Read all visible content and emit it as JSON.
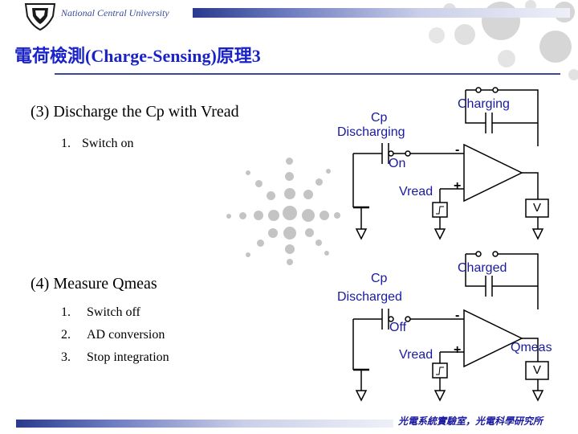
{
  "header": {
    "university": "National Central University"
  },
  "title": "電荷檢測(Charge-Sensing)原理3",
  "section3": {
    "heading": "(3) Discharge the Cp with Vread",
    "steps": [
      {
        "num": "1.",
        "text": "Switch on"
      }
    ]
  },
  "section4": {
    "heading": "(4) Measure Qmeas",
    "steps": [
      {
        "num": "1.",
        "text": "Switch off"
      },
      {
        "num": "2.",
        "text": "AD conversion"
      },
      {
        "num": "3.",
        "text": "Stop integration"
      }
    ]
  },
  "circuit_top": {
    "feedback_label": "Charging",
    "cp_label_line1": "Cp",
    "cp_label_line2": "Discharging",
    "switch_label": "On",
    "vread_label": "Vread",
    "meter_label": "V",
    "minus": "-",
    "plus": "+"
  },
  "circuit_bottom": {
    "feedback_label": "Charged",
    "cp_label_line1": "Cp",
    "cp_label_line2": "Discharged",
    "switch_label": "Off",
    "vread_label": "Vread",
    "meter_label": "V",
    "output_label": "Qmeas",
    "minus": "-",
    "plus": "+"
  },
  "footer": {
    "lab": "光電系統實驗室，光電科學研究所"
  },
  "colors": {
    "title": "#1a23c8",
    "labels": "#1a1aa0",
    "rule": "#3a4a9a"
  }
}
